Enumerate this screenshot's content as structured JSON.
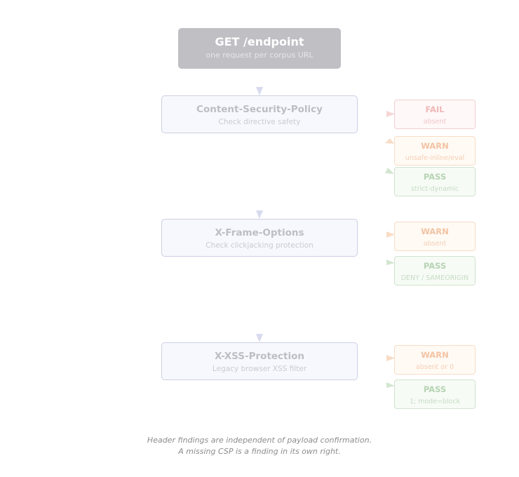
{
  "root": {
    "title": "GET /endpoint",
    "subtitle": "one request per corpus URL"
  },
  "checks": [
    {
      "title": "Content-Security-Policy",
      "subtitle": "Check directive safety",
      "results": [
        {
          "status": "FAIL",
          "detail": "absent"
        },
        {
          "status": "WARN",
          "detail": "unsafe-inline/eval"
        },
        {
          "status": "PASS",
          "detail": "strict-dynamic"
        }
      ]
    },
    {
      "title": "X-Frame-Options",
      "subtitle": "Check clickjacking protection",
      "results": [
        {
          "status": "WARN",
          "detail": "absent"
        },
        {
          "status": "PASS",
          "detail": "DENY / SAMEORIGIN"
        }
      ]
    },
    {
      "title": "X-XSS-Protection",
      "subtitle": "Legacy browser XSS filter",
      "results": [
        {
          "status": "WARN",
          "detail": "absent or 0"
        },
        {
          "status": "PASS",
          "detail": "1; mode=block"
        }
      ]
    }
  ],
  "footnote": {
    "line1": "Header findings are independent of payload confirmation.",
    "line2": "A missing CSP is a finding in its own right."
  },
  "colors": {
    "fail": "#f2cfcf",
    "warn": "#f8dcc6",
    "pass": "#cfe3cd",
    "connector": "#d8daee",
    "check_border": "#cccfe2",
    "root_fill": "#c0bfc4"
  }
}
